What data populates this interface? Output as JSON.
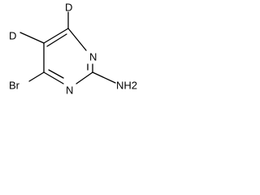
{
  "molecule": {
    "atoms": {
      "deuterium_top": "D",
      "deuterium_left": "D",
      "nitrogen_upper": "N",
      "nitrogen_lower": "N",
      "bromine": "Br",
      "amine": "NH2"
    }
  }
}
